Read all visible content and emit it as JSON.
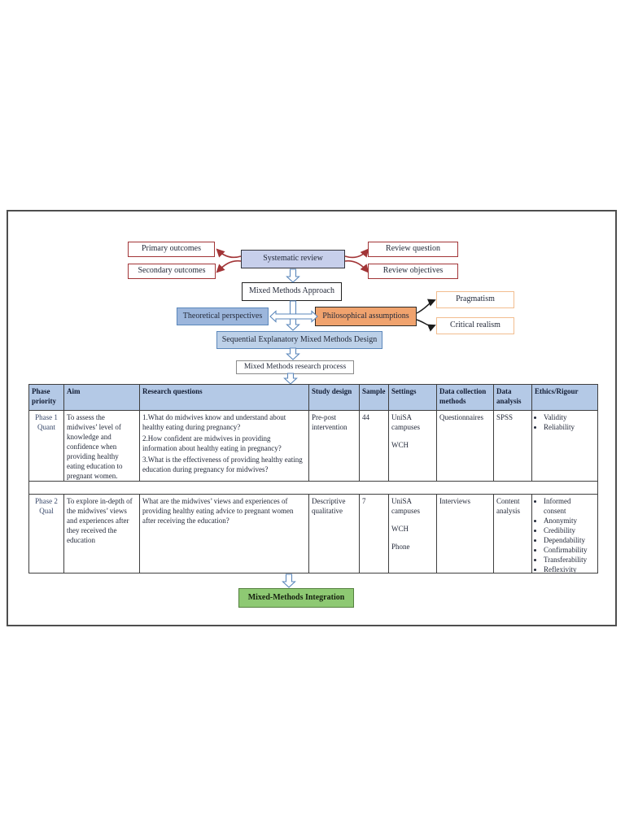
{
  "flowchart": {
    "primary_outcomes": "Primary outcomes",
    "secondary_outcomes": "Secondary outcomes",
    "systematic_review": "Systematic review",
    "review_question": "Review question",
    "review_objectives": "Review objectives",
    "mixed_methods_approach": "Mixed Methods Approach",
    "theoretical_perspectives": "Theoretical perspectives",
    "philosophical_assumptions": "Philosophical assumptions",
    "pragmatism": "Pragmatism",
    "critical_realism": "Critical realism",
    "sequential_design": "Sequential Explanatory Mixed Methods Design",
    "research_process": "Mixed Methods research process",
    "integration": "Mixed-Methods Integration"
  },
  "table": {
    "headers": {
      "phase": "Phase\npriority",
      "aim": "Aim",
      "research_questions": "Research questions",
      "study_design": "Study design",
      "sample": "Sample",
      "settings": "Settings",
      "data_collection": "Data collection\nmethods",
      "data_analysis": "Data\nanalysis",
      "ethics": "Ethics/Rigour"
    },
    "rows": [
      {
        "phase": "Phase 1\nQuant",
        "aim": "To assess the midwives’ level of knowledge and confidence when providing healthy eating education to pregnant women.",
        "research_questions": [
          "1.What do midwives know and understand about healthy eating during pregnancy?",
          "2.How confident are midwives in providing information about healthy eating in pregnancy?",
          "3.What is the effectiveness of providing healthy eating education during pregnancy for midwives?"
        ],
        "study_design": "Pre-post intervention",
        "sample": "44",
        "settings": [
          "UniSA campuses",
          "WCH"
        ],
        "data_collection": "Questionnaires",
        "data_analysis": "SPSS",
        "ethics": [
          "Validity",
          "Reliability"
        ]
      },
      {
        "phase": "Phase 2\nQual",
        "aim": "To explore in-depth of the midwives’ views and experiences after they received the education",
        "research_questions": [
          "What are the midwives’ views and experiences of providing healthy eating advice to pregnant women after receiving the education?"
        ],
        "study_design": "Descriptive qualitative",
        "sample": "7",
        "settings": [
          "UniSA campuses",
          "WCH",
          "Phone"
        ],
        "data_collection": "Interviews",
        "data_analysis": "Content analysis",
        "ethics": [
          "Informed consent",
          "Anonymity",
          "Credibility",
          "Dependability",
          "Confirmability",
          "Transferability",
          "Reflexivity"
        ]
      }
    ]
  },
  "colors": {
    "box-red-border": "#a23537",
    "box-blue-fill": "#c7cfeb",
    "theoretical-fill": "#9cb6dc",
    "philosophical-fill": "#f0a36e",
    "orange-border": "#f2bd8f",
    "sequential-fill": "#bcd0e8",
    "header-fill": "#b4c9e6",
    "arrow-blue": "#5b87bb",
    "green-fill": "#8ec973",
    "green-border": "#55803f",
    "table-border": "#3f3f3f",
    "text-dark": "#242a3a"
  }
}
